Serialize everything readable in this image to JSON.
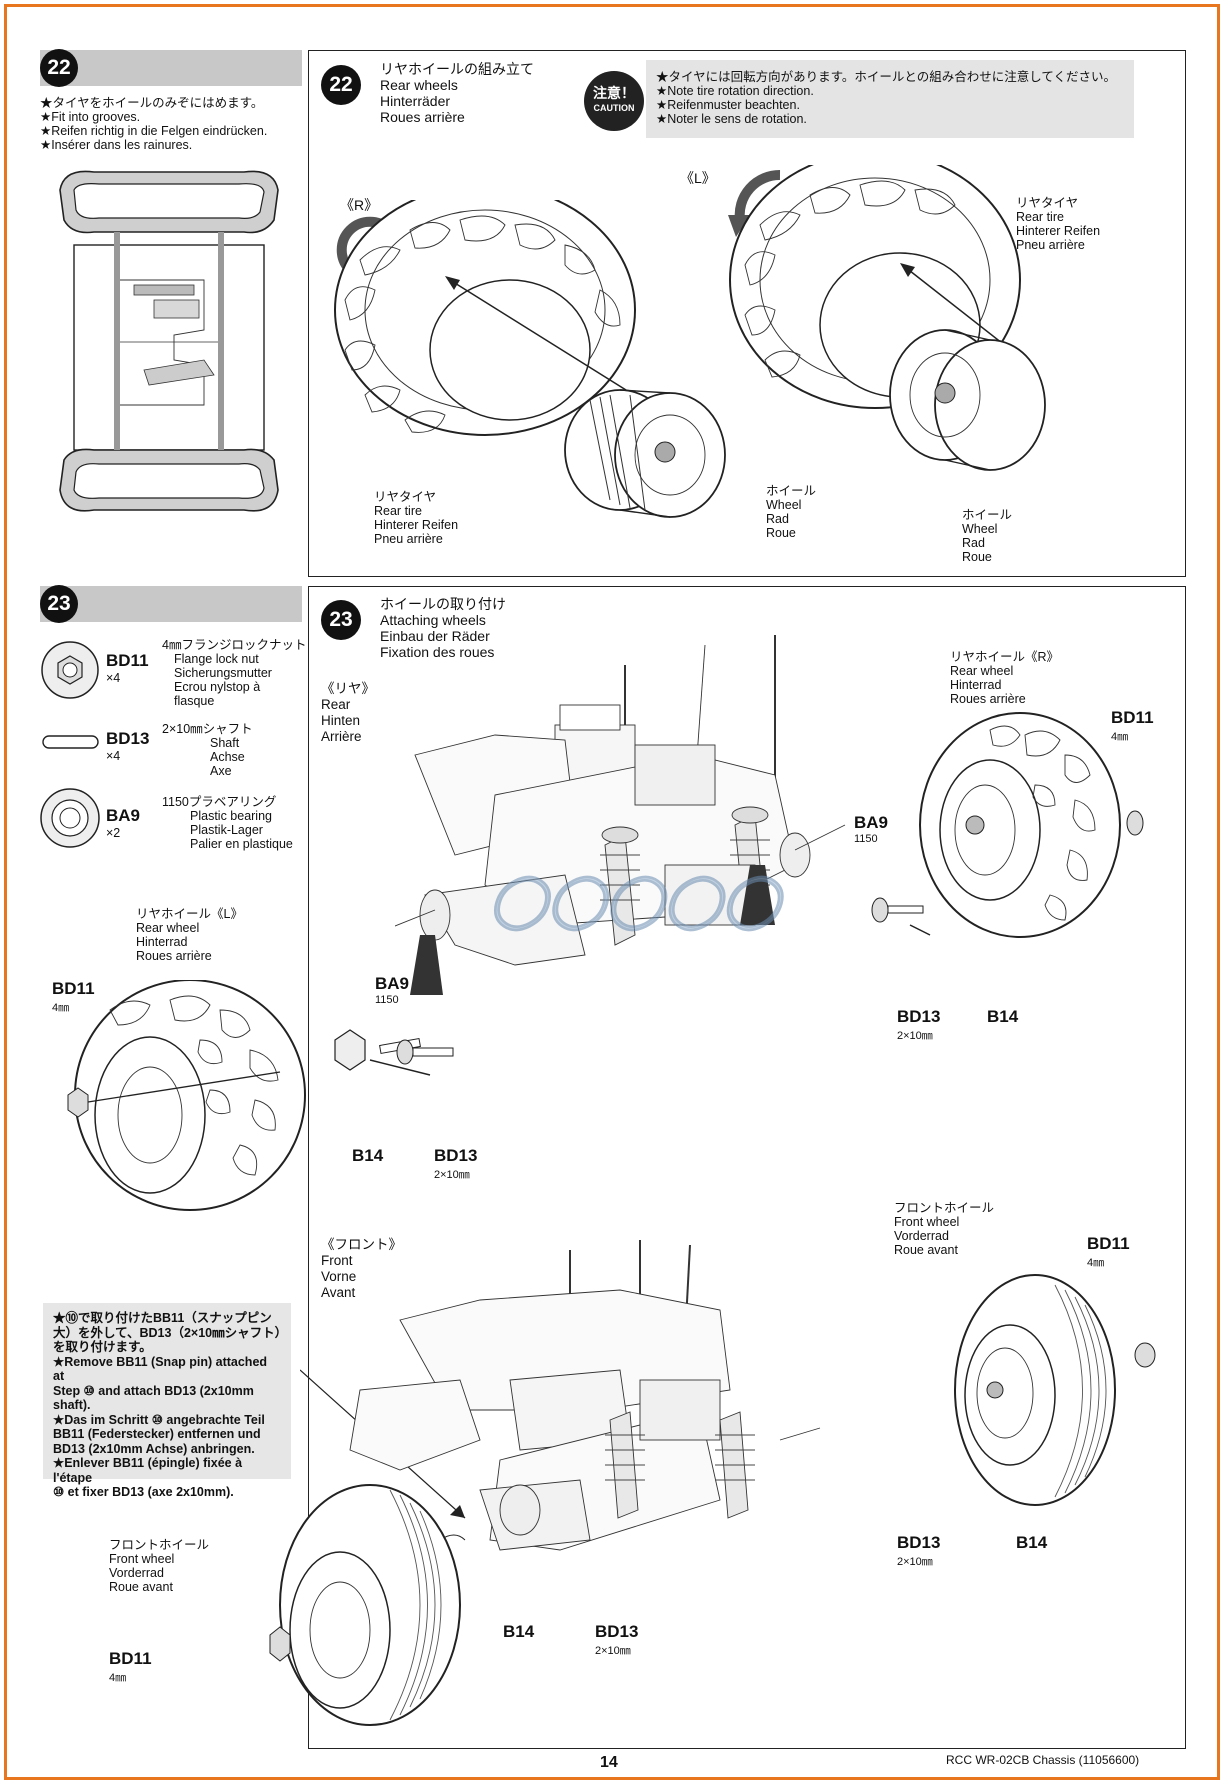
{
  "step22_left": {
    "number": "22",
    "notes": [
      "★タイヤをホイールのみぞにはめます。",
      "★Fit into grooves.",
      "★Reifen richtig in die Felgen eindrücken.",
      "★Insérer dans les rainures."
    ]
  },
  "step22_main": {
    "number": "22",
    "title_jp": "リヤホイールの組み立て",
    "title_en": "Rear wheels",
    "title_de": "Hinterräder",
    "title_fr": "Roues arrière",
    "caution_badge_jp": "注意！",
    "caution_badge_en": "CAUTION",
    "caution_lines": [
      "★タイヤには回転方向があります。ホイールとの組み合わせに注意してください。",
      "★Note tire rotation direction.",
      "★Reifenmuster beachten.",
      "★Noter le sens de rotation."
    ],
    "label_r": "《R》",
    "label_l": "《L》",
    "rear_tire_r": [
      "リヤタイヤ",
      "Rear tire",
      "Hinterer Reifen",
      "Pneu arrière"
    ],
    "wheel_r": [
      "ホイール",
      "Wheel",
      "Rad",
      "Roue"
    ],
    "rear_tire_l": [
      "リヤタイヤ",
      "Rear tire",
      "Hinterer Reifen",
      "Pneu arrière"
    ],
    "wheel_l": [
      "ホイール",
      "Wheel",
      "Rad",
      "Roue"
    ]
  },
  "step23_left": {
    "number": "23",
    "parts": [
      {
        "code": "BD11",
        "qty": "×4",
        "desc": [
          "4㎜フランジロックナット",
          "Flange lock nut",
          "Sicherungsmutter",
          "Ecrou nylstop à",
          "flasque"
        ]
      },
      {
        "code": "BD13",
        "qty": "×4",
        "desc": [
          "2×10㎜シャフト",
          "Shaft",
          "Achse",
          "Axe"
        ]
      },
      {
        "code": "BA9",
        "qty": "×2",
        "desc": [
          "1150プラベアリング",
          "Plastic bearing",
          "Plastik-Lager",
          "Palier en plastique"
        ]
      }
    ]
  },
  "step23_main": {
    "number": "23",
    "title_jp": "ホイールの取り付け",
    "title_en": "Attaching wheels",
    "title_de": "Einbau der Räder",
    "title_fr": "Fixation des roues",
    "rear_label": [
      "《リヤ》",
      "Rear",
      "Hinten",
      "Arrière"
    ],
    "front_label": [
      "《フロント》",
      "Front",
      "Vorne",
      "Avant"
    ],
    "rear_wheel_r": [
      "リヤホイール《R》",
      "Rear wheel",
      "Hinterrad",
      "Roues arrière"
    ],
    "rear_wheel_l": [
      "リヤホイール《L》",
      "Rear wheel",
      "Hinterrad",
      "Roues arrière"
    ],
    "front_wheel_right": [
      "フロントホイール",
      "Front wheel",
      "Vorderrad",
      "Roue avant"
    ],
    "front_wheel_left": [
      "フロントホイール",
      "Front wheel",
      "Vorderrad",
      "Roue avant"
    ],
    "codes": {
      "bd11": "BD11",
      "bd11_size": "4㎜",
      "ba9": "BA9",
      "ba9_size": "1150",
      "bd13": "BD13",
      "bd13_size": "2×10㎜",
      "b14": "B14"
    },
    "note_lines": [
      "★⑩で取り付けたBB11（スナップピン",
      "大）を外して、BD13（2×10㎜シャフト）",
      "を取り付けます。",
      "★Remove BB11 (Snap pin) attached at",
      "Step ⑩ and attach BD13 (2x10mm",
      "shaft).",
      "★Das im Schritt ⑩ angebrachte Teil",
      "BB11 (Federstecker) entfernen und",
      "BD13 (2x10mm Achse) anbringen.",
      "★Enlever BB11 (épingle) fixée à l'étape",
      "⑩ et fixer BD13 (axe 2x10mm)."
    ]
  },
  "footer": {
    "page": "14",
    "model": "RCC WR-02CB Chassis  (11056600)"
  }
}
